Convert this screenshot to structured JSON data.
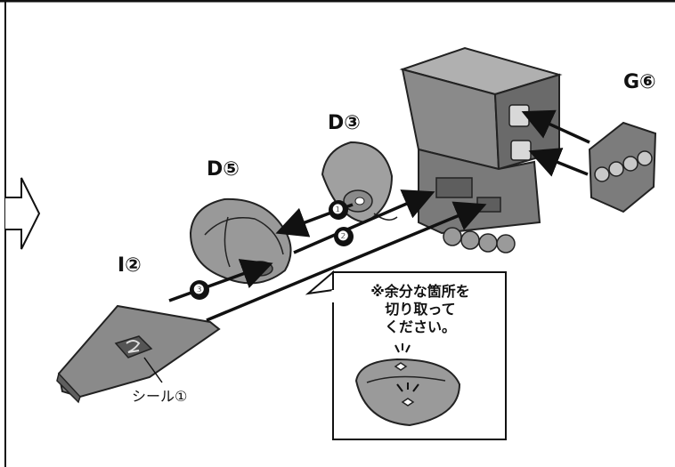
{
  "labels": {
    "part_g": "G⑥",
    "part_d3": "D③",
    "part_d5": "D⑤",
    "part_i": "I②",
    "seal": "シール①"
  },
  "steps": [
    "❶",
    "❷",
    "❸"
  ],
  "callout": {
    "line1": "※余分な箇所を",
    "line2": "切り取って",
    "line3": "ください。"
  },
  "icons": {
    "flow_arrow": "right-arrow-icon",
    "cut_marks": "scissors-spark-icon"
  },
  "colors": {
    "part_dark": "#6e6e6e",
    "part_mid": "#8c8c8c",
    "part_light": "#b8b8b8",
    "ink": "#111111"
  }
}
